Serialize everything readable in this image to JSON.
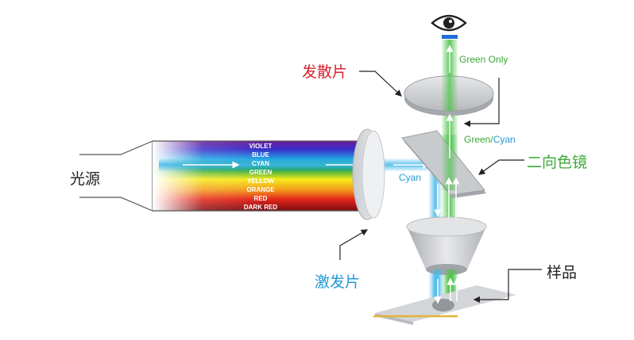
{
  "labels": {
    "light_source": "光源",
    "excitation_filter": "激发片",
    "emission_filter": "发散片",
    "dichroic_mirror": "二向色镜",
    "sample": "样品"
  },
  "beam_labels": {
    "cyan": "Cyan",
    "green_only": "Green Only",
    "green": "Green",
    "slash": "/",
    "cyan_part": "Cyan"
  },
  "spectrum": [
    "VIOLET",
    "BLUE",
    "CYAN",
    "GREEN",
    "YELLOW",
    "ORANGE",
    "RED",
    "DARK RED"
  ],
  "colors": {
    "red_label": "#d9232e",
    "blue_label": "#1f9ad6",
    "green_label": "#3aa935",
    "cyan_beam": "#3fb7ea",
    "green_beam": "#4cc24a",
    "eye_bar": "#1f6fd6"
  }
}
